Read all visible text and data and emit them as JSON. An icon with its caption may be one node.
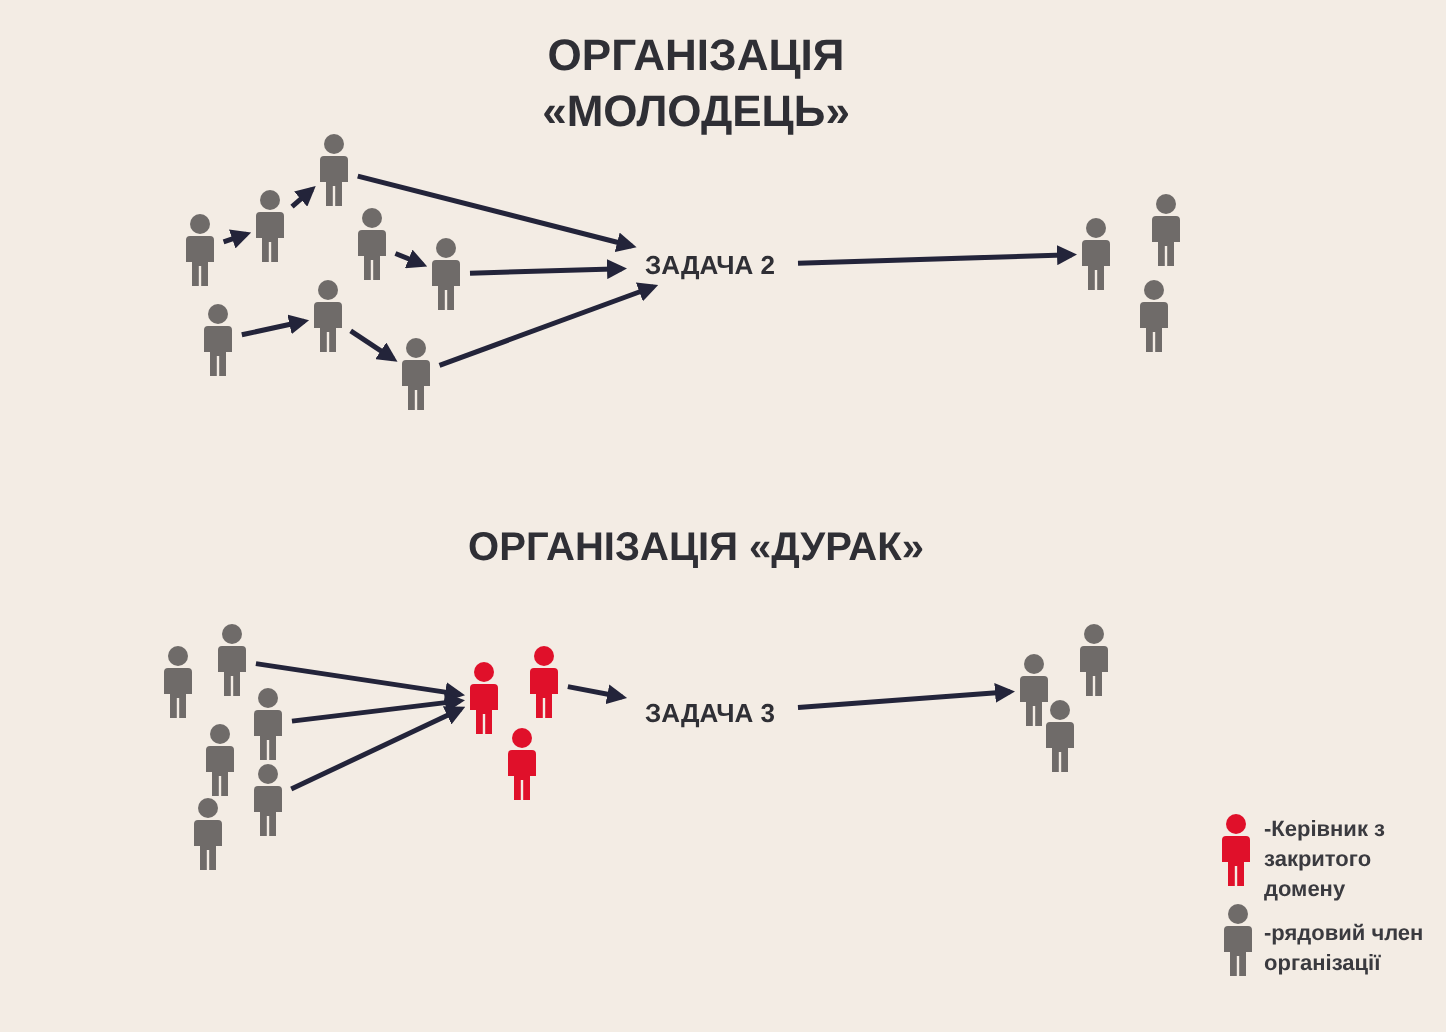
{
  "diagram": {
    "title": "ОРГАНІЗАЦІЯ «МОЛОДЕЦЬ»",
    "nodes": [
      {
        "text": [],
        "shape": "person"
      },
      {
        "text": [],
        "shape": "person"
      },
      {
        "text": [],
        "shape": "person"
      },
      {
        "text": [],
        "shape": "person"
      },
      {
        "text": [],
        "shape": "person"
      },
      {
        "text": [],
        "shape": "person"
      },
      {
        "text": [],
        "shape": "person"
      },
      {
        "text": [],
        "shape": "person"
      },
      {
        "text": [
          "ЗАДАЧА 2"
        ]
      },
      {
        "text": [],
        "shape": "person"
      },
      {
        "text": [],
        "shape": "person"
      },
      {
        "text": [],
        "shape": "person"
      },
      {
        "text": [],
        "shape": "person"
      },
      {
        "text": [],
        "shape": "person"
      },
      {
        "text": [],
        "shape": "person"
      },
      {
        "text": [],
        "shape": "person"
      },
      {
        "text": [],
        "shape": "person"
      },
      {
        "text": [],
        "shape": "person"
      },
      {
        "text": [],
        "shape": "person"
      },
      {
        "text": [],
        "shape": "person"
      },
      {
        "text": [],
        "shape": "person"
      },
      {
        "text": [
          "ЗАДАЧА 3"
        ]
      },
      {
        "text": [],
        "shape": "person"
      },
      {
        "text": [],
        "shape": "person"
      },
      {
        "text": [],
        "shape": "person"
      }
    ],
    "edges": [
      {
        "from": 0,
        "to": 1,
        "arrow": "to"
      },
      {
        "from": 1,
        "to": 2,
        "arrow": "to"
      },
      {
        "from": 3,
        "to": 4,
        "arrow": "to"
      },
      {
        "from": 5,
        "to": 6,
        "arrow": "to"
      },
      {
        "from": 6,
        "to": 7,
        "arrow": "to"
      },
      {
        "from": 2,
        "to": 8,
        "arrow": "to"
      },
      {
        "from": 4,
        "to": 8,
        "arrow": "to"
      },
      {
        "from": 7,
        "to": 8,
        "arrow": "to"
      },
      {
        "from": 8,
        "to": 9,
        "arrow": "to"
      },
      {
        "from": 13,
        "to": 18,
        "arrow": "to"
      },
      {
        "from": 14,
        "to": 18,
        "arrow": "to"
      },
      {
        "from": 16,
        "to": 18,
        "arrow": "to"
      },
      {
        "from": 19,
        "to": 21,
        "arrow": "to"
      },
      {
        "from": 21,
        "to": 22,
        "arrow": "to"
      }
    ],
    "labels": [
      "ОРГАНІЗАЦІЯ «ДУРАК»"
    ],
    "legend": [
      {
        "text": "-Керівник з закритого домену"
      },
      {
        "text": "-рядовий член організації"
      }
    ]
  }
}
